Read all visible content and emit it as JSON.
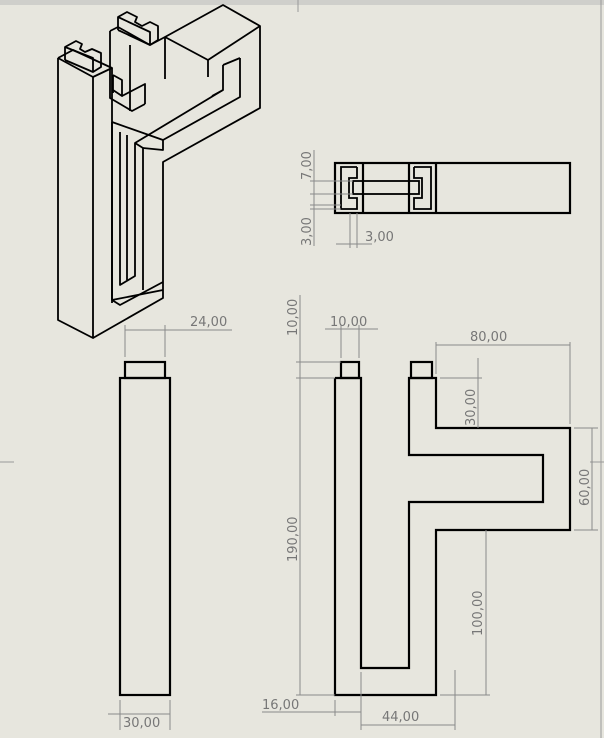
{
  "sheet": {
    "background": "#e7e6de",
    "line_color": "#000000",
    "dimension_color": "#8a8a8a"
  },
  "side_view": {
    "dims": {
      "top_width": "24,00",
      "bottom_width": "30,00"
    }
  },
  "top_view": {
    "dims": {
      "slot_offset": "7,00",
      "wall": "3,00",
      "lip": "3,00"
    }
  },
  "front_view": {
    "dims": {
      "tab_height": "10,00",
      "tab_width": "10,00",
      "arm_length": "80,00",
      "arm_offset": "30,00",
      "arm_height": "60,00",
      "height": "190,00",
      "lower_height": "100,00",
      "left_width": "16,00",
      "inner_width": "44,00"
    }
  }
}
